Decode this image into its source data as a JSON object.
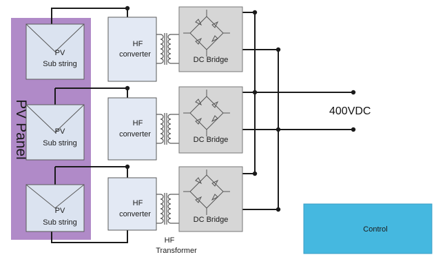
{
  "diagram": {
    "panel_label": "PV Panel",
    "substring_line1": "PV",
    "substring_line2": "Sub string",
    "converter_line1": "HF",
    "converter_line2": "converter",
    "bridge_label": "DC Bridge",
    "transformer_line1": "HF",
    "transformer_line2": "Transformer",
    "output_label": "400VDC",
    "control_label": "Control"
  },
  "colors": {
    "panel_fill": "#b08ac8",
    "substring_fill": "#dbe3f0",
    "converter_fill": "#e3e9f4",
    "bridge_fill": "#d6d6d6",
    "control_fill": "#45b8e0",
    "wire": "#1a1a1a"
  }
}
